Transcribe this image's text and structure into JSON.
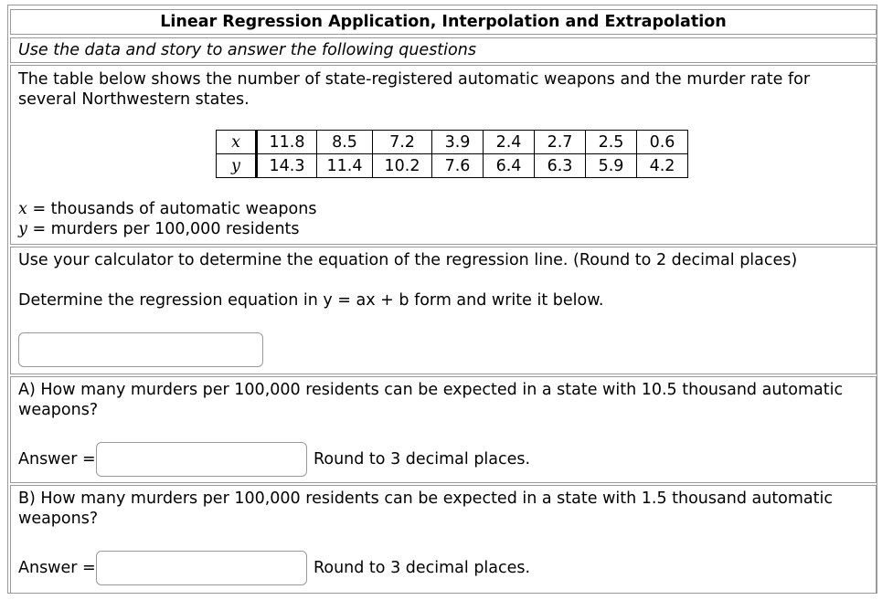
{
  "title": "Linear Regression Application, Interpolation and Extrapolation",
  "instruction": "Use the data and story to answer the following questions",
  "story": {
    "line1": "The table below shows the number of state-registered automatic weapons and the murder rate for",
    "line2": "several Northwestern states.",
    "table": {
      "x_label": "x",
      "y_label": "y",
      "x": [
        "11.8",
        "8.5",
        "7.2",
        "3.9",
        "2.4",
        "2.7",
        "2.5",
        "0.6"
      ],
      "y": [
        "14.3",
        "11.4",
        "10.2",
        "7.6",
        "6.4",
        "6.3",
        "5.9",
        "4.2"
      ]
    },
    "x_def_var": "x",
    "x_def": " = thousands of automatic weapons",
    "y_def_var": "y",
    "y_def": " = murders per 100,000 residents"
  },
  "regression": {
    "line1": "Use your calculator to determine the equation of the regression line. (Round to 2 decimal places)",
    "line2": "Determine the regression equation in y = ax + b form and write it below.",
    "input_value": ""
  },
  "question_a": {
    "line1": "A) How many murders per 100,000 residents can be expected in a state with 10.5 thousand automatic",
    "line2": "weapons?",
    "answer_label": "Answer =",
    "hint": "Round to 3 decimal places.",
    "input_value": ""
  },
  "question_b": {
    "line1": "B) How many murders per 100,000 residents can be expected in a state with 1.5 thousand automatic",
    "line2": "weapons?",
    "answer_label": "Answer =",
    "hint": "Round to 3 decimal places.",
    "input_value": ""
  }
}
